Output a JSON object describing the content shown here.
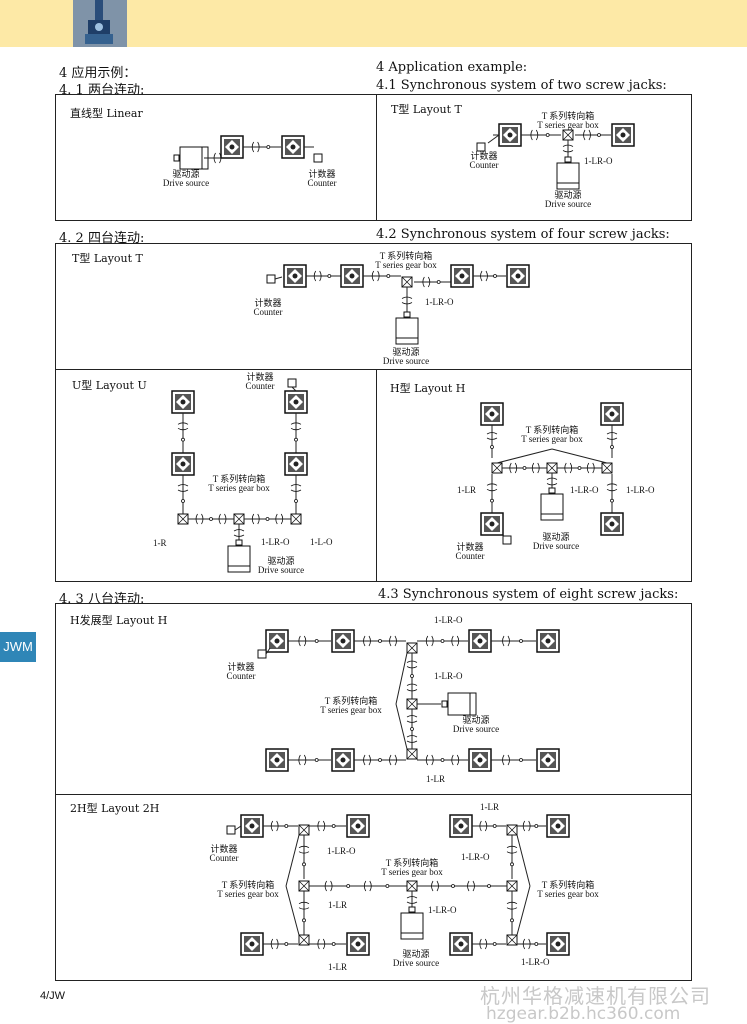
{
  "header": {
    "icon": "screw-jack-icon"
  },
  "headings": {
    "cn_main": "4 应用示例：",
    "en_main": "4 Application example:",
    "cn_two": "4. 1  两台连动:",
    "en_two": "4.1 Synchronous system of two screw jacks:",
    "cn_four": "4. 2  四台连动:",
    "en_four": "4.2 Synchronous system of four screw jacks:",
    "cn_eight": "4. 3  八台连动:",
    "en_eight": "4.3 Synchronous system of eight screw jacks:"
  },
  "panels": {
    "linear": "直线型 Linear",
    "two_t": "T型  Layout T",
    "four_t": "T型  Layout T",
    "four_u": "U型  Layout U",
    "four_h": "H型  Layout H",
    "eight_h": "H发展型  Layout H",
    "eight_2h": "2H型  Layout 2H"
  },
  "labels": {
    "drive_cn": "驱动源",
    "drive_en": "Drive source",
    "counter_cn": "计数器",
    "counter_en": "Counter",
    "gear_cn": "T 系列转向箱",
    "gear_en": "T series gear box",
    "lr_o": "1-LR-O",
    "lr": "1-LR",
    "l_o": "1-L-O",
    "r": "1-R"
  },
  "side_tab": "JWM",
  "page_number": "4/JW",
  "watermark": {
    "company": "杭州华格减速机有限公司",
    "url": "hzgear.b2b.hc360.com"
  }
}
